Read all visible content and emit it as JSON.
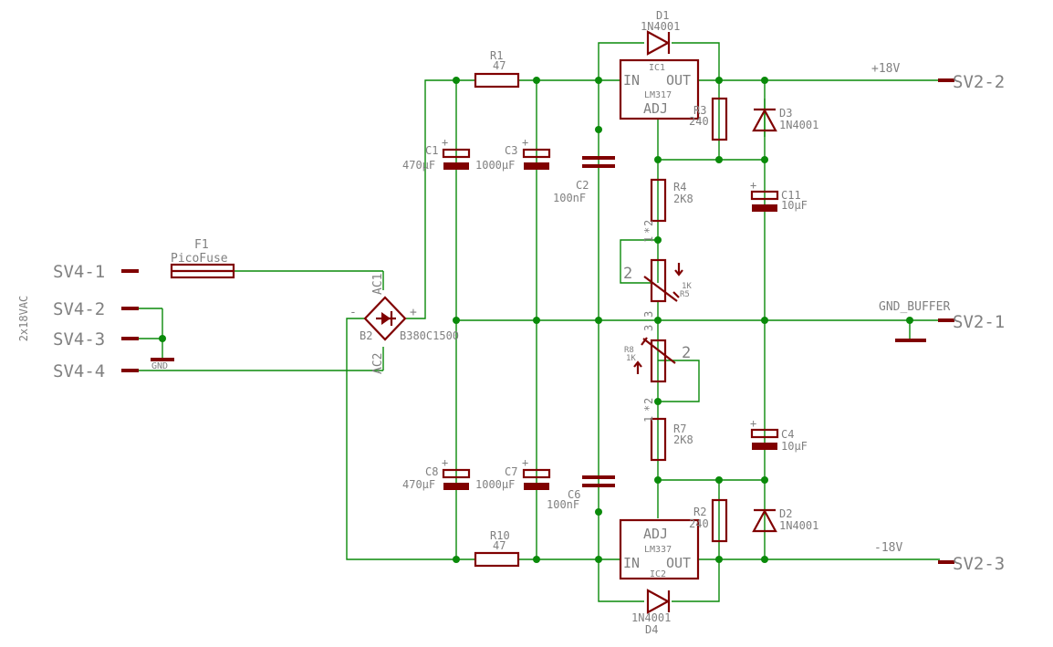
{
  "side_label": "2x18VAC",
  "connectors": {
    "sv4_1": "SV4-1",
    "sv4_2": "SV4-2",
    "sv4_3": "SV4-3",
    "sv4_4": "SV4-4",
    "sv2_1": "SV2-1",
    "sv2_2": "SV2-2",
    "sv2_3": "SV2-3"
  },
  "nets": {
    "pos": "+18V",
    "neg": "-18V",
    "gnd_buffer": "GND_BUFFER",
    "gnd": "GND"
  },
  "components": {
    "f1": {
      "name": "F1",
      "value": "PicoFuse"
    },
    "b2": {
      "name": "B2",
      "value": "B380C1500",
      "ac1": "AC1",
      "ac2": "AC2",
      "plus": "+",
      "minus": "-"
    },
    "r1": {
      "name": "R1",
      "value": "47"
    },
    "r10": {
      "name": "R10",
      "value": "47"
    },
    "c1": {
      "name": "C1",
      "value": "470µF"
    },
    "c3": {
      "name": "C3",
      "value": "1000µF"
    },
    "c2": {
      "name": "C2",
      "value": "100nF"
    },
    "c8": {
      "name": "C8",
      "value": "470µF"
    },
    "c7": {
      "name": "C7",
      "value": "1000µF"
    },
    "c6": {
      "name": "C6",
      "value": "100nF"
    },
    "ic1": {
      "name": "IC1",
      "value": "LM317",
      "in": "IN",
      "out": "OUT",
      "adj": "ADJ"
    },
    "ic2": {
      "name": "IC2",
      "value": "LM337",
      "in": "IN",
      "out": "OUT",
      "adj": "ADJ"
    },
    "d1": {
      "name": "D1",
      "value": "1N4001"
    },
    "d2": {
      "name": "D2",
      "value": "1N4001"
    },
    "d3": {
      "name": "D3",
      "value": "1N4001"
    },
    "d4": {
      "name": "D4",
      "value": "1N4001"
    },
    "r2": {
      "name": "R2",
      "value": "240"
    },
    "r3": {
      "name": "R3",
      "value": "240"
    },
    "r4": {
      "name": "R4",
      "value": "2K8"
    },
    "r7": {
      "name": "R7",
      "value": "2K8"
    },
    "r5": {
      "name": "R5",
      "value": "1K",
      "pin1": "1",
      "pin2": "2",
      "pin3": "3",
      "star": "*"
    },
    "r8": {
      "name": "R8",
      "value": "1K",
      "pin1": "1",
      "pin2": "2",
      "pin3": "3",
      "star": "*"
    },
    "c11": {
      "name": "C11",
      "value": "10µF"
    },
    "c4": {
      "name": "C4",
      "value": "10µF"
    },
    "polarity_plus": "+"
  }
}
